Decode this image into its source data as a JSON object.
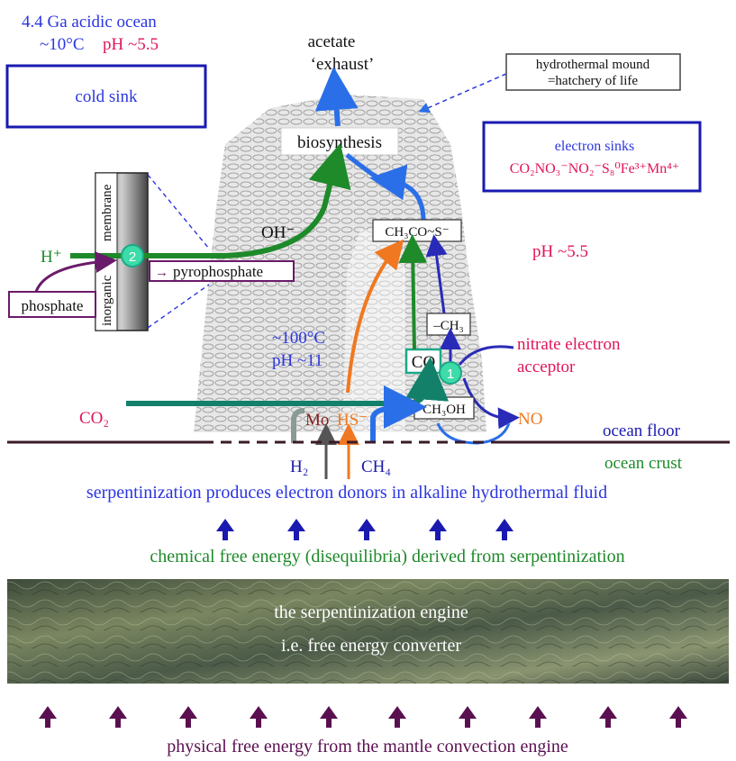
{
  "title": {
    "line1": "4.4 Ga acidic ocean",
    "temp": "~10°C",
    "ph": "pH ~5.5"
  },
  "cold_sink": "cold sink",
  "acetate": {
    "line1": "acetate",
    "line2": "‘exhaust’"
  },
  "mound": {
    "line1": "hydrothermal mound",
    "line2": "=hatchery of life"
  },
  "electron_sinks": {
    "title": "electron sinks",
    "formula": "CO₂NO₃⁻NO₂⁻S₈⁰Fe³⁺Mn⁴⁺"
  },
  "biosynthesis": "biosynthesis",
  "oh": "OH⁻",
  "h_plus": "H⁺",
  "membrane": {
    "line1": "inorganic",
    "line2": "membrane"
  },
  "pyrophosphate": "pyrophosphate",
  "phosphate": "phosphate",
  "node2": "2",
  "node1": "1",
  "acetyl": "CH₃CO~S⁻",
  "ph_right": "pH ~5.5",
  "methyl": "–CH₃",
  "nitrate": {
    "line1": "nitrate electron",
    "line2": "acceptor"
  },
  "vent": {
    "temp": "~100°C",
    "ph": "pH ~11"
  },
  "co": "CO",
  "methanol": "CH₃OH",
  "no": "NO",
  "co2": "CO₂",
  "mo": "Mo",
  "hs": "HS⁻",
  "h2": "H₂",
  "ch4": "CH₄",
  "ocean_floor": "ocean floor",
  "ocean_crust": "ocean crust",
  "serp_line": "serpentinization produces electron donors in alkaline hydrothermal fluid",
  "chem_energy": "chemical free energy (disequilibria) derived from serpentinization",
  "engine": {
    "line1": "the serpentinization engine",
    "line2": "i.e. free energy converter"
  },
  "mantle": "physical free energy from the mantle convection engine",
  "colors": {
    "blue": "#2b35e0",
    "magenta": "#e0155a",
    "green": "#1e8a2a",
    "orange": "#f07820",
    "purple": "#6a1a6a",
    "navy": "#1a1ab0"
  }
}
